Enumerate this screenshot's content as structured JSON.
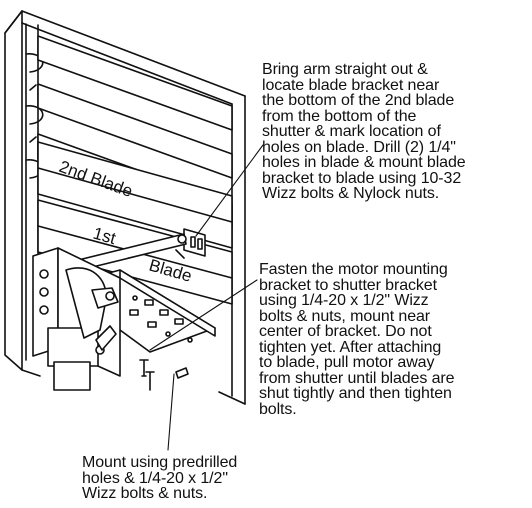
{
  "diagram": {
    "labels": {
      "blade_2nd": "2nd Blade",
      "blade_1st_a": "1st",
      "blade_1st_b": "Blade"
    },
    "notes": {
      "arm_bracket": [
        "Bring arm straight out &",
        "locate blade bracket near",
        "the bottom of the 2nd blade",
        "from the bottom of the",
        "shutter & mark location of",
        "holes on blade.  Drill (2) 1/4\"",
        "holes in blade & mount blade",
        "bracket to blade using 10-32",
        "Wizz bolts & Nylock nuts."
      ],
      "motor_bracket": [
        "Fasten the motor mounting",
        "bracket to shutter bracket",
        "using 1/4-20 x 1/2\" Wizz",
        "bolts & nuts, mount near",
        "center of bracket.  Do not",
        "tighten yet.   After attaching",
        "to blade, pull motor away",
        "from shutter until blades are",
        "shut tightly and then tighten",
        "bolts."
      ],
      "mount": [
        "Mount using predrilled",
        "holes & 1/4-20 x 1/2\"",
        "Wizz bolts & nuts."
      ]
    }
  }
}
